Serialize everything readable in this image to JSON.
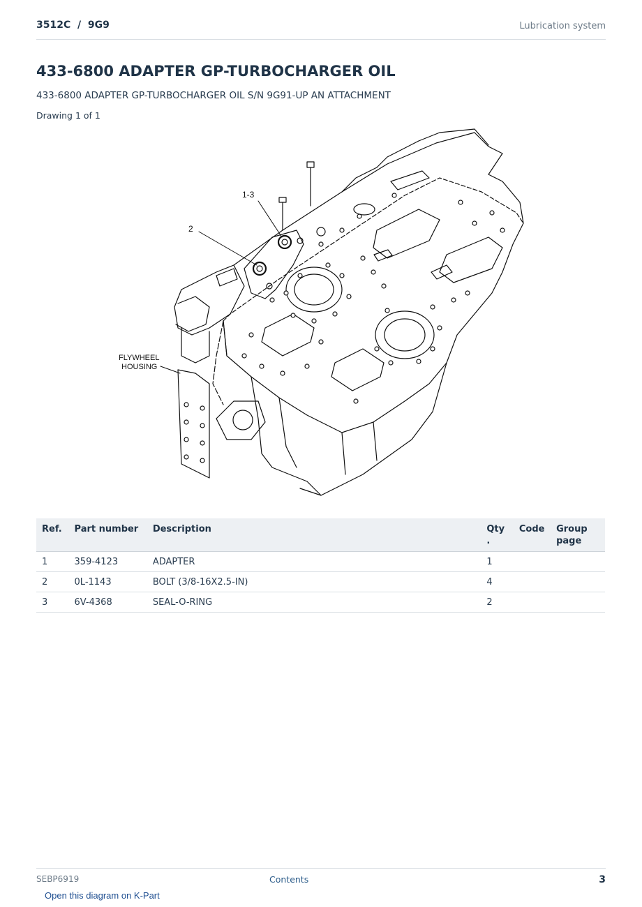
{
  "header": {
    "model": "3512C  /  9G9",
    "section": "Lubrication system"
  },
  "title": "433-6800 ADAPTER GP-TURBOCHARGER OIL",
  "subtitle": "433-6800 ADAPTER GP-TURBOCHARGER OIL S/N 9G91-UP AN ATTACHMENT",
  "drawing_count": "Drawing 1 of 1",
  "drawing_labels": {
    "callout_1_3": "1-3",
    "callout_2": "2",
    "flywheel_line1": "FLYWHEEL",
    "flywheel_line2": "HOUSING"
  },
  "table": {
    "headers": {
      "ref": "Ref.",
      "part_number": "Part number",
      "description": "Description",
      "qty_line1": "Qty",
      "qty_line2": ".",
      "code": "Code",
      "group_line1": "Group",
      "group_line2": "page"
    },
    "rows": [
      {
        "ref": "1",
        "part_number": "359-4123",
        "description": "ADAPTER",
        "qty": "1",
        "code": "",
        "group_page": ""
      },
      {
        "ref": "2",
        "part_number": "0L-1143",
        "description": "BOLT (3/8-16X2.5-IN)",
        "qty": "4",
        "code": "",
        "group_page": ""
      },
      {
        "ref": "3",
        "part_number": "6V-4368",
        "description": "SEAL-O-RING",
        "qty": "2",
        "code": "",
        "group_page": ""
      }
    ]
  },
  "footer": {
    "doc_id": "SEBP6919",
    "contents_link": "Contents",
    "page_number": "3"
  },
  "kpart_link": "Open this diagram on K-Part"
}
